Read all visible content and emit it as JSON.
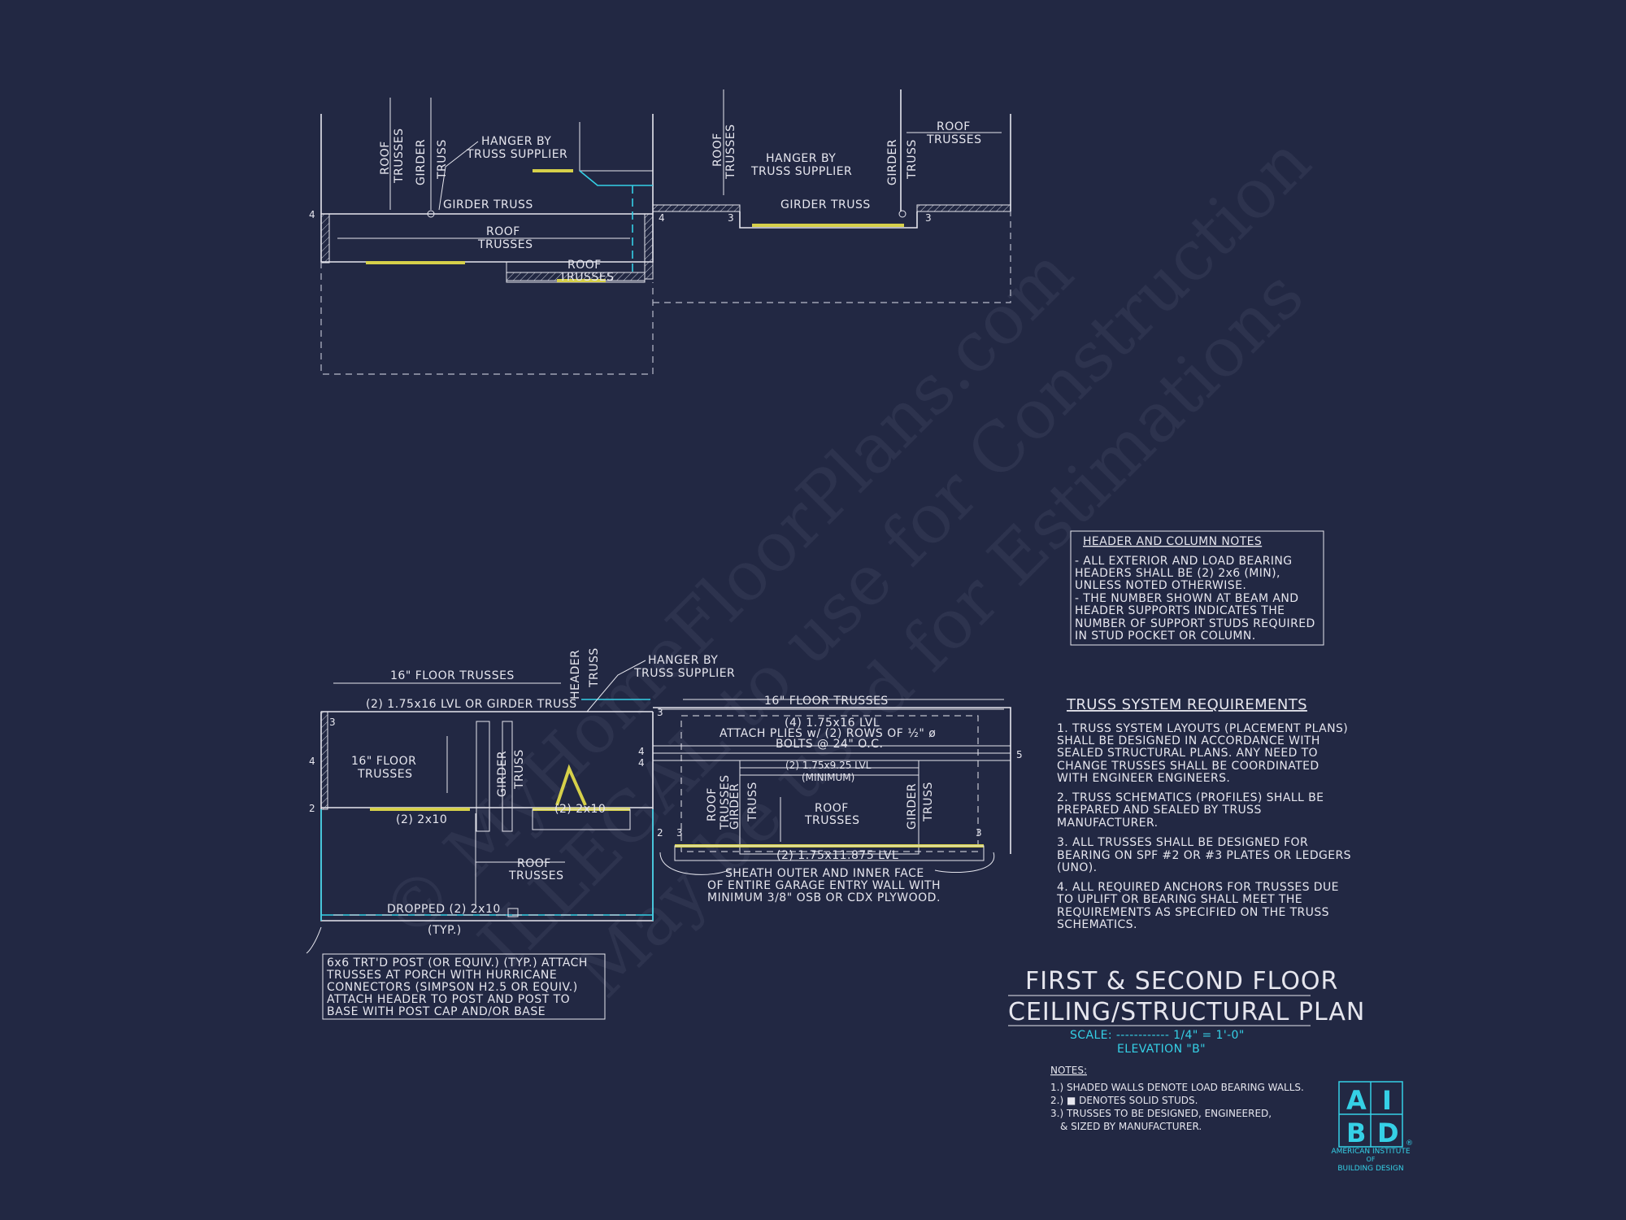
{
  "watermark": {
    "lines": [
      "© MyHomeFloorPlans.com",
      "ILLEGAL to use for Construction",
      "May be used for Estimations"
    ]
  },
  "upper_plan": {
    "labels": {
      "roof_trusses": "ROOF TRUSSES",
      "roof": "ROOF",
      "trusses": "TRUSSES",
      "girder": "GIRDER",
      "truss": "TRUSS",
      "hanger_1": "HANGER BY",
      "hanger_2": "TRUSS SUPPLIER",
      "girder_truss": "GIRDER TRUSS"
    },
    "stud_counts": [
      "4",
      "4",
      "3",
      "3"
    ]
  },
  "lower_plan": {
    "labels": {
      "floor_trusses_16": "16\" FLOOR TRUSSES",
      "lvl_or_girder": "(2) 1.75x16 LVL OR GIRDER TRUSS",
      "header": "HEADER",
      "truss": "TRUSS",
      "hanger_1": "HANGER BY",
      "hanger_2": "TRUSS SUPPLIER",
      "floor_trusses_a": "16\" FLOOR",
      "floor_trusses_b": "TRUSSES",
      "two_2x10": "(2) 2x10",
      "girder": "GIRDER",
      "roof": "ROOF",
      "trusses": "TRUSSES",
      "dropped": "DROPPED (2) 2x10",
      "typ": "(TYP.)",
      "lvl_4": "(4) 1.75x16 LVL",
      "attach_1": "ATTACH PLIES w/ (2) ROWS OF ½\" ø",
      "attach_2": "BOLTS @ 24\" O.C.",
      "lvl_2_925": "(2) 1.75x9.25 LVL",
      "minimum": "(MINIMUM)",
      "lvl_2_11875": "(2) 1.75x11.875 LVL",
      "sheath_1": "SHEATH OUTER AND INNER FACE",
      "sheath_2": "OF ENTIRE GARAGE ENTRY WALL WITH",
      "sheath_3": "MINIMUM 3/8\" OSB OR CDX PLYWOOD."
    },
    "stud_counts": [
      "3",
      "4",
      "2",
      "3",
      "4",
      "4",
      "2",
      "3",
      "3",
      "5"
    ],
    "porch_note": [
      "6x6 TRT'D POST (OR EQUIV.) (TYP.) ATTACH",
      "TRUSSES AT PORCH WITH HURRICANE",
      "CONNECTORS (SIMPSON H2.5 OR EQUIV.)",
      "ATTACH HEADER TO POST AND POST TO",
      "BASE WITH POST CAP AND/OR BASE"
    ]
  },
  "header_notes": {
    "title": "HEADER AND COLUMN NOTES",
    "lines": [
      "- ALL EXTERIOR AND LOAD BEARING",
      "HEADERS SHALL BE (2) 2x6 (MIN),",
      "UNLESS NOTED OTHERWISE.",
      "- THE NUMBER SHOWN AT BEAM AND",
      "HEADER SUPPORTS INDICATES THE",
      "NUMBER OF SUPPORT STUDS REQUIRED",
      "IN STUD POCKET OR COLUMN."
    ]
  },
  "truss_requirements": {
    "title": "TRUSS SYSTEM REQUIREMENTS",
    "lines": [
      "1. TRUSS SYSTEM LAYOUTS (PLACEMENT PLANS)",
      "SHALL BE DESIGNED IN ACCORDANCE WITH",
      "SEALED STRUCTURAL PLANS. ANY NEED TO",
      "CHANGE TRUSSES SHALL BE COORDINATED",
      "WITH ENGINEER ENGINEERS.",
      "2. TRUSS SCHEMATICS (PROFILES) SHALL BE",
      "PREPARED AND SEALED BY TRUSS",
      "MANUFACTURER.",
      "3. ALL TRUSSES SHALL BE DESIGNED FOR",
      "BEARING ON SPF #2 OR #3 PLATES OR LEDGERS",
      "(UNO).",
      "4. ALL REQUIRED ANCHORS FOR TRUSSES DUE",
      "TO UPLIFT OR BEARING SHALL MEET THE",
      "REQUIREMENTS AS SPECIFIED ON THE TRUSS",
      "SCHEMATICS."
    ]
  },
  "title_block": {
    "title_line1": "FIRST & SECOND FLOOR",
    "title_line2": "CEILING/STRUCTURAL PLAN",
    "scale": "SCALE: ------------ 1/4\" = 1'-0\"",
    "elevation": "ELEVATION \"B\""
  },
  "notes": {
    "heading": "NOTES:",
    "lines": [
      "1.) SHADED WALLS DENOTE LOAD BEARING WALLS.",
      "2.) ■ DENOTES SOLID STUDS.",
      "3.) TRUSSES TO BE DESIGNED, ENGINEERED,",
      "& SIZED BY MANUFACTURER."
    ]
  },
  "logo": {
    "letters": [
      "A",
      "I",
      "B",
      "D"
    ],
    "registered": "®",
    "caption_1": "AMERICAN INSTITUTE",
    "caption_2": "OF",
    "caption_3": "BUILDING DESIGN"
  },
  "colors": {
    "background": "#222843",
    "linework": "#e6e6ee",
    "accent_cyan": "#35d0e6",
    "header_yellow": "#d6d04a"
  }
}
